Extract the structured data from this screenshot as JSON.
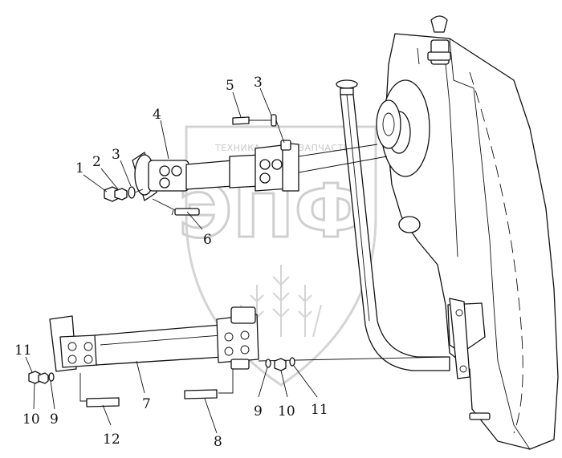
{
  "watermark": {
    "line_left": "ТЕХНИКА",
    "line_right": "ЗАПЧАСТИ",
    "logo": "ЭПФ"
  },
  "labels": [
    {
      "id": "l1",
      "text": "1"
    },
    {
      "id": "l2",
      "text": "2"
    },
    {
      "id": "l3a",
      "text": "3"
    },
    {
      "id": "l3b",
      "text": "3"
    },
    {
      "id": "l4",
      "text": "4"
    },
    {
      "id": "l5",
      "text": "5"
    },
    {
      "id": "l6",
      "text": "6"
    },
    {
      "id": "l7",
      "text": "7"
    },
    {
      "id": "l8",
      "text": "8"
    },
    {
      "id": "l9a",
      "text": "9"
    },
    {
      "id": "l9b",
      "text": "9"
    },
    {
      "id": "l10a",
      "text": "10"
    },
    {
      "id": "l10b",
      "text": "10"
    },
    {
      "id": "l11a",
      "text": "11"
    },
    {
      "id": "l11b",
      "text": "11"
    },
    {
      "id": "l12",
      "text": "12"
    }
  ]
}
